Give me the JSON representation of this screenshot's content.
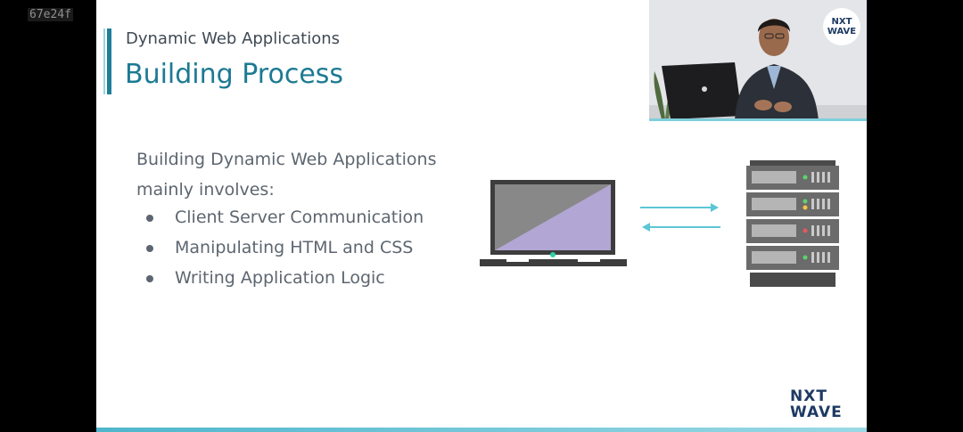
{
  "overlay": {
    "id_text": "67e24f"
  },
  "slide": {
    "subtitle": "Dynamic Web Applications",
    "title": "Building Process",
    "intro": "Building Dynamic Web Applications mainly involves:",
    "bullets": [
      "Client Server Communication",
      "Manipulating HTML and CSS",
      "Writing Application Logic"
    ]
  },
  "brand": {
    "line1": "NXT",
    "line2": "WAVE"
  },
  "webcam": {
    "logo_line1": "NXT",
    "logo_line2": "WAVE"
  },
  "icons": {
    "client": "laptop-icon",
    "server": "server-rack-icon",
    "request": "arrow-right-icon",
    "response": "arrow-left-icon"
  },
  "colors": {
    "title": "#1c7a93",
    "accent": "#1f7f98",
    "arrow": "#5cc6d6",
    "screen_fill": "#b2a6d4",
    "text": "#5d6670"
  }
}
